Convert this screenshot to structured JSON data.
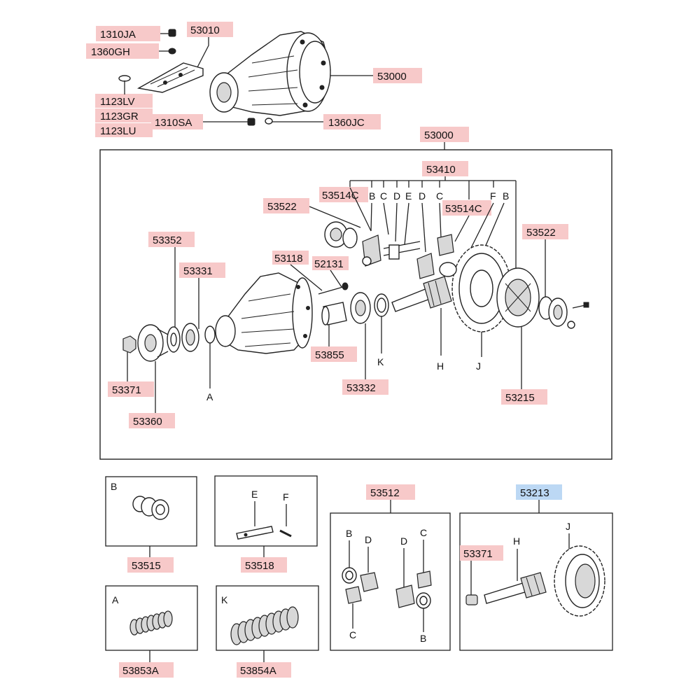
{
  "labels": {
    "p1310JA": "1310JA",
    "p1360GH": "1360GH",
    "p53010": "53010",
    "p53000_top": "53000",
    "p1123LV": "1123LV",
    "p1123GR": "1123GR",
    "p1123LU": "1123LU",
    "p1310SA": "1310SA",
    "p1360JC": "1360JC",
    "p53000_box": "53000",
    "p53410": "53410",
    "p53514C_a": "53514C",
    "p53522_a": "53522",
    "p53514C_b": "53514C",
    "p53522_b": "53522",
    "p53352": "53352",
    "p53331": "53331",
    "p53118": "53118",
    "p52131": "52131",
    "p53855": "53855",
    "p53332": "53332",
    "p53215": "53215",
    "p53371_a": "53371",
    "p53360": "53360",
    "p53512": "53512",
    "p53213": "53213",
    "p53371_b": "53371",
    "p53515": "53515",
    "p53518": "53518",
    "p53853A": "53853A",
    "p53854A": "53854A"
  },
  "letters": {
    "B1": "B",
    "C1": "C",
    "D1": "D",
    "E1": "E",
    "D2": "D",
    "C2": "C",
    "F1": "F",
    "B2": "B",
    "A_main": "A",
    "K_main": "K",
    "H_main": "H",
    "J_main": "J",
    "B_box": "B",
    "E_box": "E",
    "F_box": "F",
    "A_box": "A",
    "K_box": "K",
    "B_512a": "B",
    "D_512a": "D",
    "C_512a": "C",
    "D_512b": "D",
    "C_512b": "C",
    "B_512b": "B",
    "H_213": "H",
    "J_213": "J"
  },
  "colors": {
    "label_bg": "#f7c9c9",
    "highlight_bg": "#bcd8f4",
    "line": "#222222"
  },
  "highlighted_part": "53213"
}
